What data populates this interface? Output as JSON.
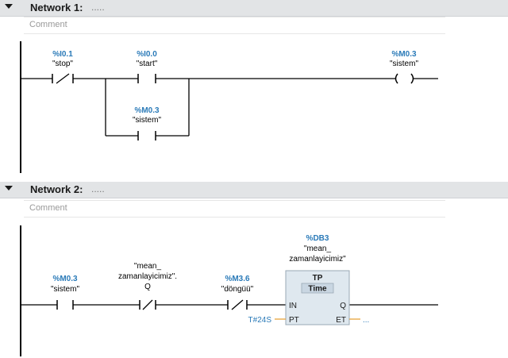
{
  "network1": {
    "title": "Network 1:",
    "title_text": ".....",
    "comment_placeholder": "Comment",
    "contacts": [
      {
        "address": "%I0.1",
        "symbol": "\"stop\"",
        "type": "normally-closed"
      },
      {
        "address": "%I0.0",
        "symbol": "\"start\"",
        "type": "normally-open"
      },
      {
        "address": "%M0.3",
        "symbol": "\"sistem\"",
        "type": "normally-open"
      }
    ],
    "coil": {
      "address": "%M0.3",
      "symbol": "\"sistem\""
    }
  },
  "network2": {
    "title": "Network 2:",
    "title_text": ".....",
    "comment_placeholder": "Comment",
    "contacts": [
      {
        "address": "%M0.3",
        "symbol": "\"sistem\"",
        "type": "normally-open"
      },
      {
        "symbol_line1": "\"mean_",
        "symbol_line2": "zamanlayicimiz\".",
        "symbol_line3": "Q",
        "type": "normally-closed"
      },
      {
        "address": "%M3.6",
        "symbol": "\"döngüü\"",
        "type": "normally-closed"
      }
    ],
    "timer": {
      "db": "%DB3",
      "instance_line1": "\"mean_",
      "instance_line2": "zamanlayicimiz\"",
      "type": "TP",
      "subtype": "Time",
      "pin_in": "IN",
      "pin_pt": "PT",
      "pin_q": "Q",
      "pin_et": "ET",
      "pt_value": "T#24S",
      "et_value": "..."
    }
  },
  "colors": {
    "header_bg": "#e2e4e6",
    "address": "#2a7ab8",
    "timer_bg": "#dfe8ef",
    "pin_line": "#e8a33c"
  }
}
